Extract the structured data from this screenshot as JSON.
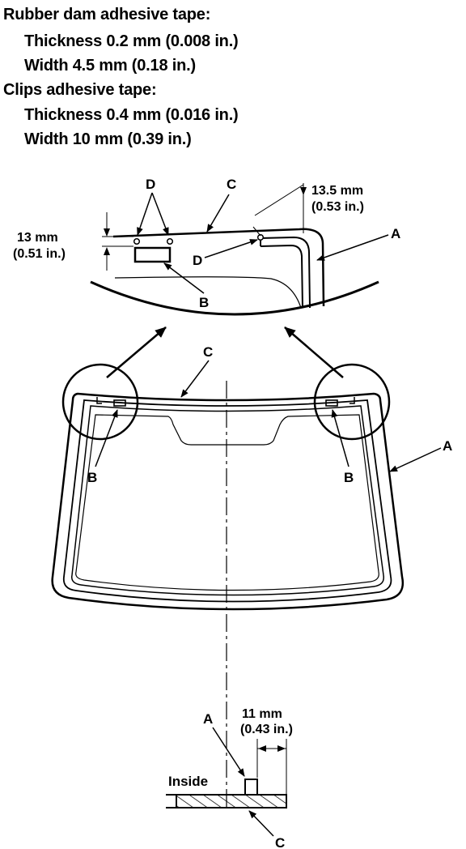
{
  "specs": {
    "rubber_dam_heading": "Rubber dam adhesive tape:",
    "rubber_dam_thickness": "Thickness 0.2 mm (0.008 in.)",
    "rubber_dam_width": "Width 4.5 mm (0.18 in.)",
    "clips_heading": "Clips adhesive tape:",
    "clips_thickness": "Thickness 0.4 mm (0.016 in.)",
    "clips_width": "Width 10 mm (0.39 in.)"
  },
  "detail": {
    "label_d": "D",
    "label_c": "C",
    "label_a": "A",
    "label_b": "B",
    "dim_13_5_mm": "13.5 mm",
    "dim_13_5_in": "(0.53 in.)",
    "dim_13_mm": "13 mm",
    "dim_13_in": "(0.51 in.)"
  },
  "windshield": {
    "label_c": "C",
    "label_a": "A",
    "label_b_left": "B",
    "label_b_right": "B"
  },
  "section": {
    "label_a": "A",
    "label_c": "C",
    "inside": "Inside",
    "dim_11_mm": "11 mm",
    "dim_11_in": "(0.43 in.)"
  }
}
